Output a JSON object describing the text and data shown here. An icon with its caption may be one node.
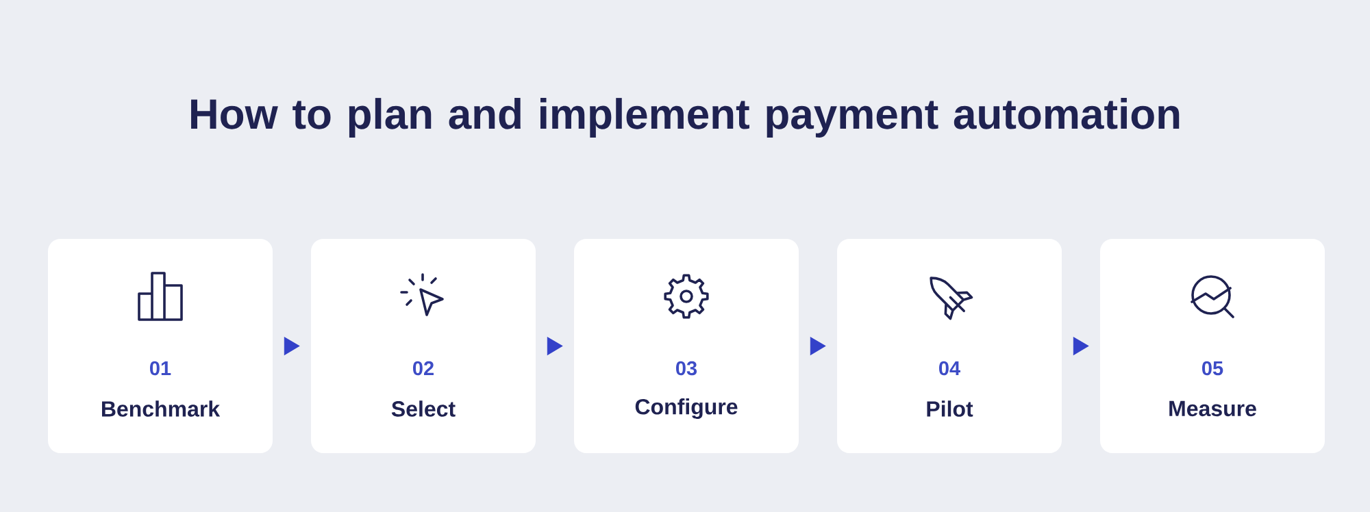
{
  "diagram": {
    "title": "How to plan and implement payment automation",
    "nodes": [
      {
        "text": [
          "01",
          "Benchmark"
        ]
      },
      {
        "text": [
          "02",
          "Select"
        ]
      },
      {
        "text": [
          "03",
          "Configure"
        ]
      },
      {
        "text": [
          "04",
          "Pilot"
        ]
      },
      {
        "text": [
          "05",
          "Measure"
        ]
      }
    ],
    "edges": [
      {
        "from": 0,
        "to": 1,
        "arrow": "to"
      },
      {
        "from": 1,
        "to": 2,
        "arrow": "to"
      },
      {
        "from": 2,
        "to": 3,
        "arrow": "to"
      },
      {
        "from": 3,
        "to": 4,
        "arrow": "to"
      }
    ]
  }
}
